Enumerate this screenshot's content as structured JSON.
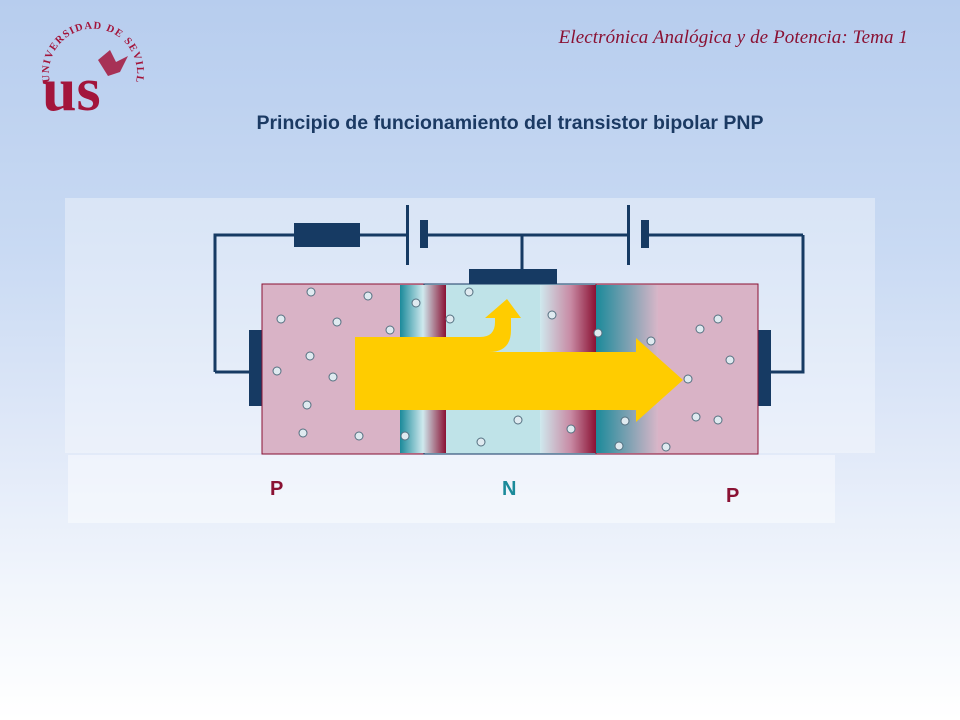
{
  "header": {
    "course_title": "Electrónica Analógica y de Potencia: Tema 1"
  },
  "logo": {
    "text": "UNIVERSIDAD DE SEVILLA",
    "mark": "us",
    "color": "#a3153b"
  },
  "slide": {
    "title": "Principio de funcionamiento del transistor bipolar PNP"
  },
  "diagram": {
    "regions": [
      {
        "label": "P",
        "type": "emitter"
      },
      {
        "label": "N",
        "type": "base"
      },
      {
        "label": "P",
        "type": "collector"
      }
    ],
    "colors": {
      "p_region": "#d9b3c6",
      "n_region": "#bfe3e8",
      "p_label": "#8a1133",
      "n_label": "#1b8a9a",
      "wire": "#163a63",
      "arrow": "#ffcc00"
    }
  }
}
